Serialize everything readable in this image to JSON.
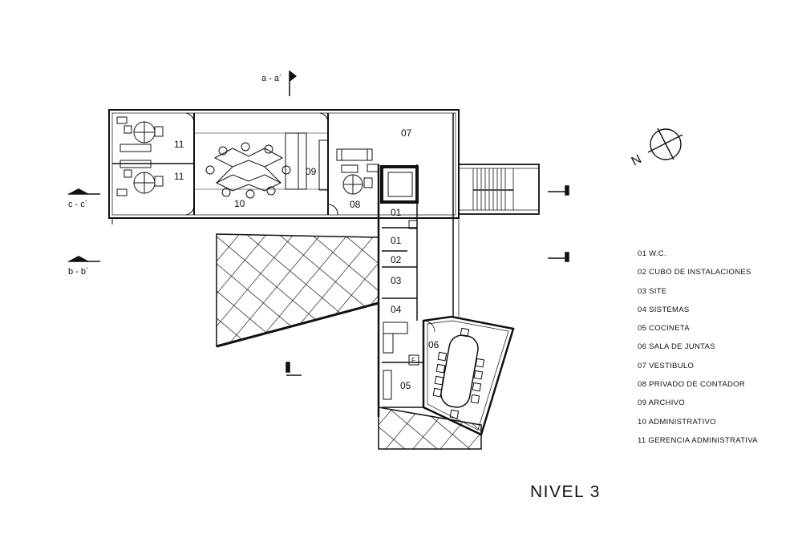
{
  "title": "NIVEL 3",
  "north_label": "N",
  "sections": {
    "a": "a - a´",
    "b": "b - b´",
    "c": "c - c´"
  },
  "rooms": {
    "r01a": "01",
    "r01b": "01",
    "r02": "02",
    "r03": "03",
    "r04": "04",
    "r05": "05",
    "r06": "06",
    "r07": "07",
    "r08": "08",
    "r09": "09",
    "r10": "10",
    "r11a": "11",
    "r11b": "11",
    "f": "F"
  },
  "legend": [
    "01 W.C.",
    "02 CUBO DE INSTALACIONES",
    "03 SITE",
    "04 SISTEMAS",
    "05 COCINETA",
    "06 SALA DE JUNTAS",
    "07 VESTIBULO",
    "08 PRIVADO DE CONTADOR",
    "09 ARCHIVO",
    "10 ADMINISTRATIVO",
    "11 GERENCIA ADMINISTRATIVA"
  ],
  "colors": {
    "line": "#111111",
    "background": "#ffffff"
  }
}
